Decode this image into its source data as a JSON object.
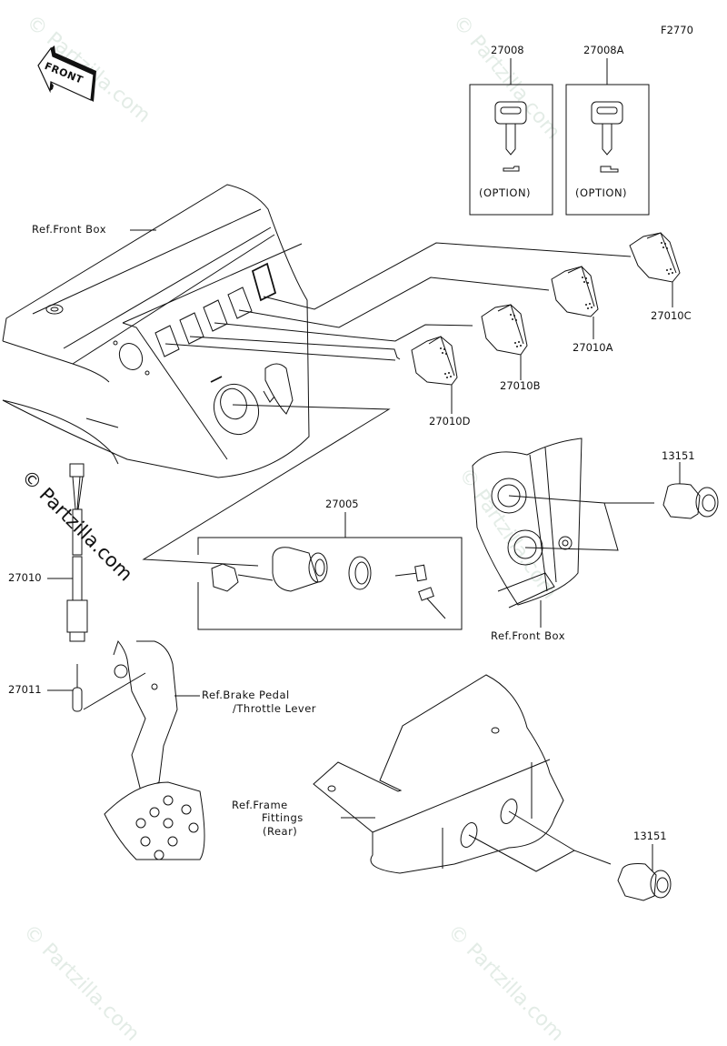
{
  "figure": {
    "code": "F2770",
    "front_indicator": "FRONT",
    "watermark": "© Partzilla.com"
  },
  "parts": [
    {
      "number": "27008",
      "note": "(OPTION)"
    },
    {
      "number": "27008A",
      "note": "(OPTION)"
    },
    {
      "number": "27010C"
    },
    {
      "number": "27010A"
    },
    {
      "number": "27010B"
    },
    {
      "number": "27010D"
    },
    {
      "number": "13151"
    },
    {
      "number": "27005"
    },
    {
      "number": "27010"
    },
    {
      "number": "27011"
    },
    {
      "number": "13151"
    }
  ],
  "references": {
    "front_box_top": "Ref.Front Box",
    "front_box_right": "Ref.Front Box",
    "brake_pedal_line1": "Ref.Brake Pedal",
    "brake_pedal_line2": "/Throttle Lever",
    "frame_line1": "Ref.Frame",
    "frame_line2": "Fittings",
    "frame_line3": "(Rear)"
  }
}
